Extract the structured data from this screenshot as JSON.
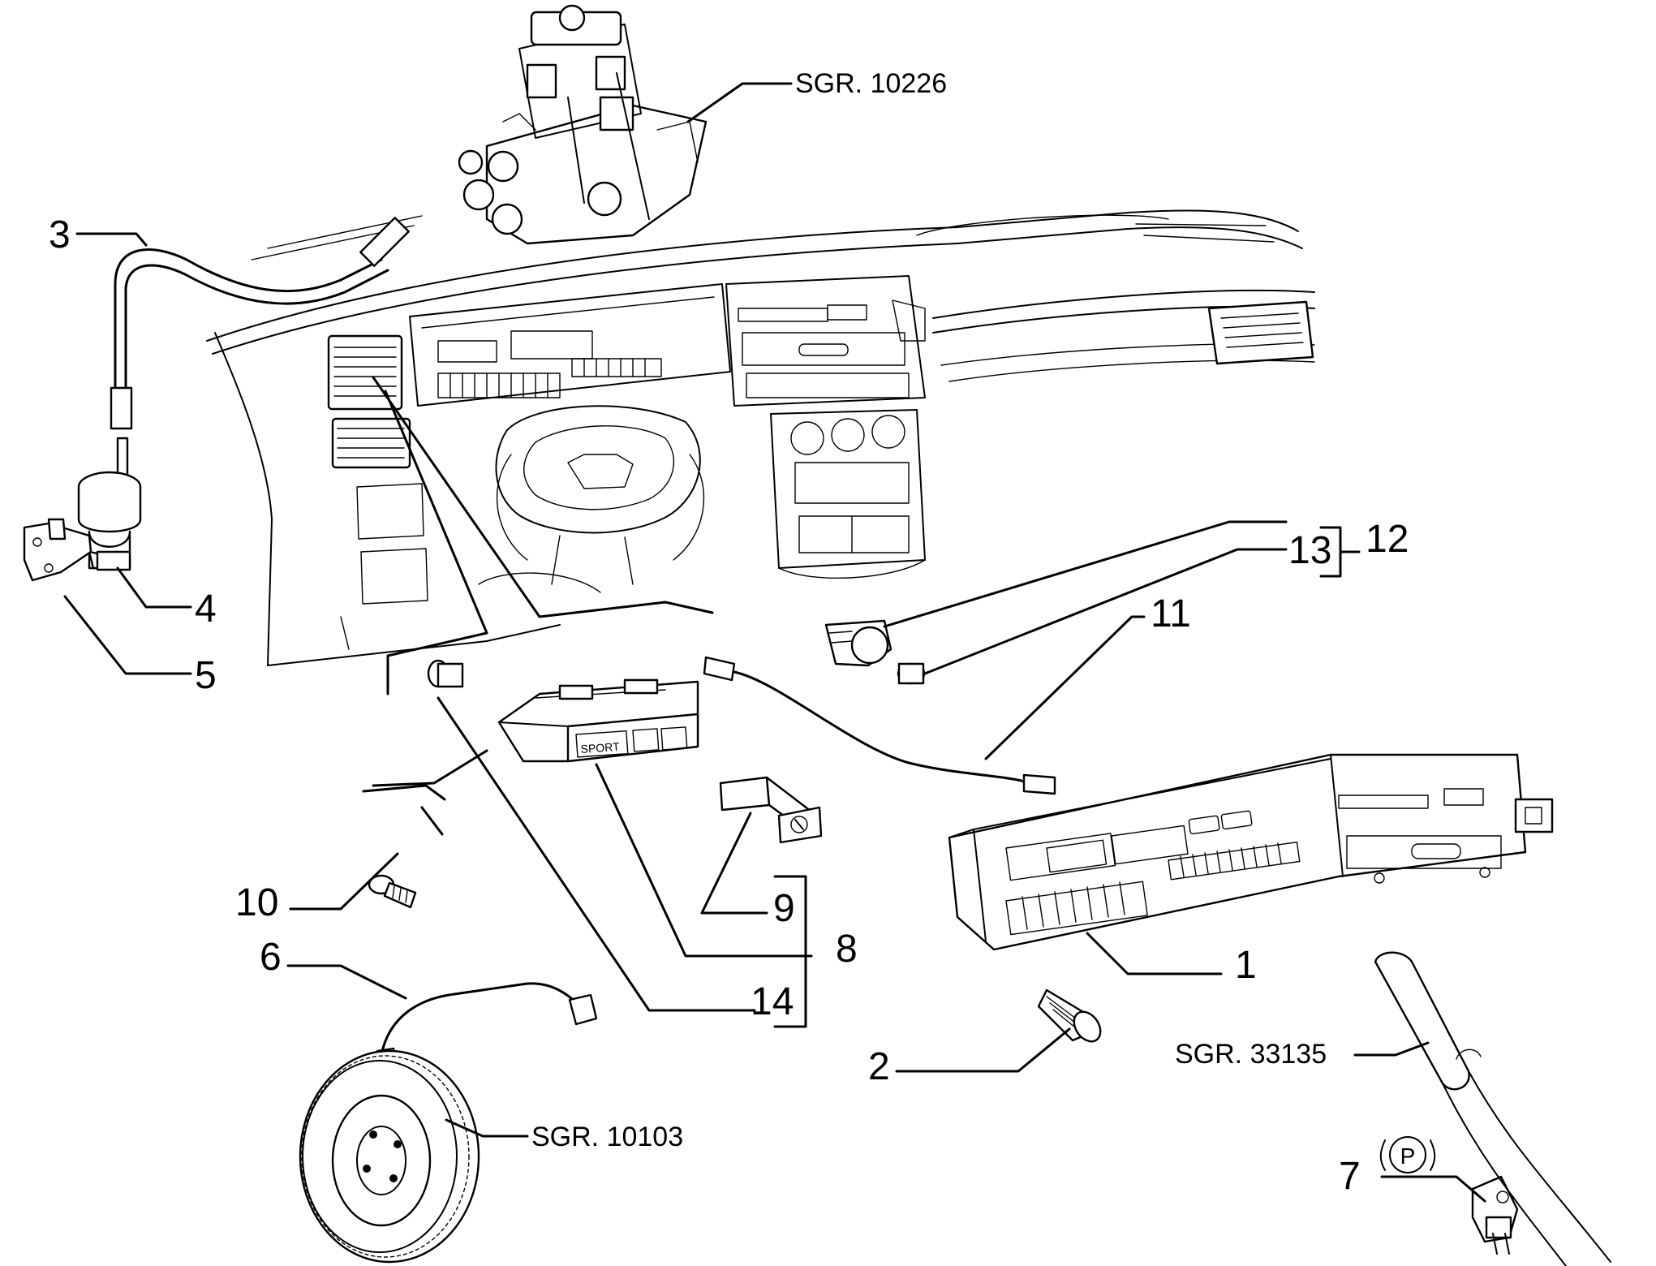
{
  "labels": {
    "n1": "1",
    "n2": "2",
    "n3": "3",
    "n4": "4",
    "n5": "5",
    "n6": "6",
    "n7": "7",
    "n8": "8",
    "n9": "9",
    "n10": "10",
    "n11": "11",
    "n12": "12",
    "n13": "13",
    "n14": "14"
  },
  "references": {
    "pump": "SGR. 10226",
    "handbrake": "SGR. 33135",
    "flywheel": "SGR. 10103"
  },
  "panel_text": {
    "sport": "SPORT"
  }
}
